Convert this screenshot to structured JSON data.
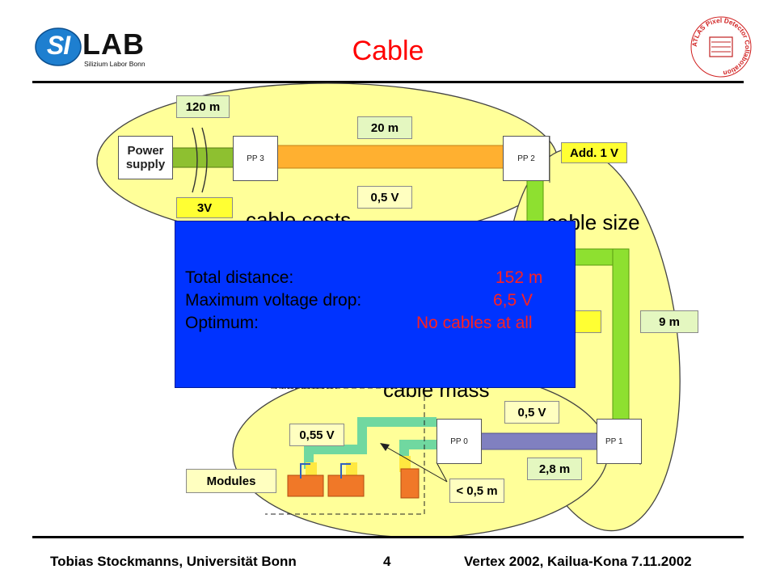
{
  "logo": {
    "mark": "SI",
    "text": "LAB",
    "sub": "Silizium Labor Bonn"
  },
  "seal": {
    "text": "ATLAS Pixel Detector Collaboration"
  },
  "title": "Cable",
  "diagram": {
    "labels": {
      "dist_120": "120 m",
      "dist_20": "20 m",
      "add_1v": "Add. 1 V",
      "v_3": "3V",
      "v_05_top": "0,5 V",
      "dist_9": "9 m",
      "v_055": "0,55 V",
      "v_05_low": "0,5 V",
      "modules": "Modules",
      "dist_28": "2,8 m",
      "dist_lt05": "< 0,5 m",
      "pixel_detector": "Pixel detector"
    },
    "power_supply": "Power supply",
    "pp3": "PP 3",
    "pp2": "PP 2",
    "pp1": "PP 1",
    "pp0": "PP 0",
    "cable_costs": "cable costs",
    "cable_size": "cable size",
    "cable_mass": "cable mass"
  },
  "overlay": {
    "rows": [
      {
        "label": "Total distance:",
        "value": "152 m"
      },
      {
        "label": "Maximum voltage drop:",
        "value": "6,5 V"
      },
      {
        "label": "Optimum:",
        "value": "No cables at all"
      }
    ]
  },
  "footer": {
    "author": "Tobias Stockmanns, Universität Bonn",
    "page": "4",
    "event": "Vertex 2002, Kailua-Kona 7.11.2002"
  },
  "colors": {
    "title": "#ff0000",
    "overlay_bg": "#0033ff",
    "overlay_value": "#ff2020",
    "ellipse": "#ffff99",
    "cable_orange": "#ffb030",
    "cable_green": "#8ee030",
    "cable_grey": "#8080c0"
  }
}
